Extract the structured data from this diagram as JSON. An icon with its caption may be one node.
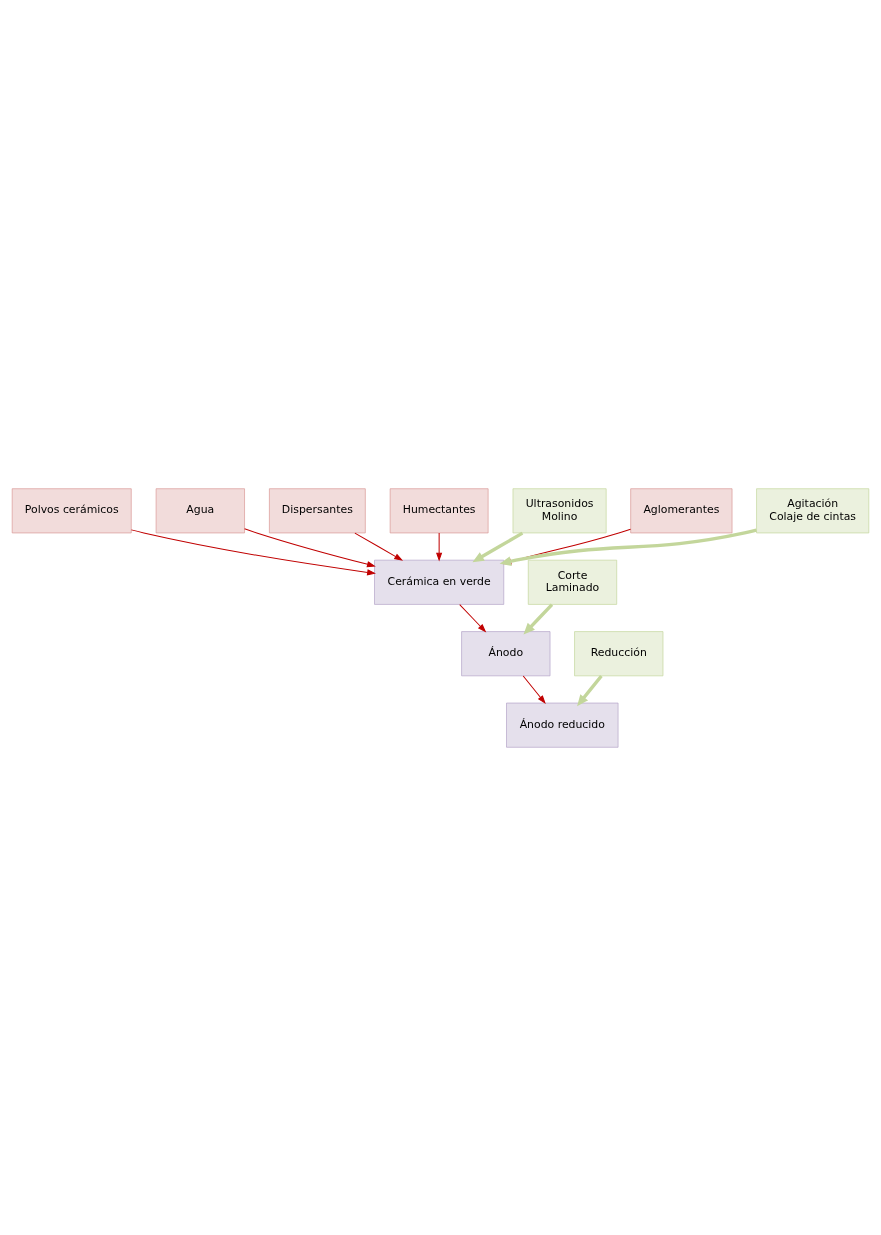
{
  "diagram": {
    "nodes": [
      {
        "text": [
          "Polvos cerámicos"
        ]
      },
      {
        "text": [
          "Agua"
        ]
      },
      {
        "text": [
          "Dispersantes"
        ]
      },
      {
        "text": [
          "Humectantes"
        ]
      },
      {
        "text": [
          "Ultrasonidos",
          "Molino"
        ]
      },
      {
        "text": [
          "Aglomerantes"
        ]
      },
      {
        "text": [
          "Agitación",
          "Colaje de cintas"
        ]
      },
      {
        "text": [
          "Cerámica en verde"
        ]
      },
      {
        "text": [
          "Corte",
          "Laminado"
        ]
      },
      {
        "text": [
          "Ánodo"
        ]
      },
      {
        "text": [
          "Reducción"
        ]
      },
      {
        "text": [
          "Ánodo reducido"
        ]
      }
    ],
    "edges": [
      {
        "from": 0,
        "to": 7,
        "arrow": "to"
      },
      {
        "from": 1,
        "to": 7,
        "arrow": "to"
      },
      {
        "from": 2,
        "to": 7,
        "arrow": "to"
      },
      {
        "from": 3,
        "to": 7,
        "arrow": "to"
      },
      {
        "from": 4,
        "to": 7,
        "arrow": "to",
        "style": "thick",
        "color": "#c3d69b"
      },
      {
        "from": 5,
        "to": 7,
        "arrow": "to"
      },
      {
        "from": 6,
        "to": 7,
        "arrow": "to",
        "style": "thick",
        "color": "#c3d69b"
      },
      {
        "from": 7,
        "to": 9,
        "arrow": "to"
      },
      {
        "from": 8,
        "to": 9,
        "arrow": "to",
        "style": "thick",
        "color": "#c3d69b"
      },
      {
        "from": 9,
        "to": 11,
        "arrow": "to"
      },
      {
        "from": 10,
        "to": 11,
        "arrow": "to",
        "style": "thick",
        "color": "#c3d69b"
      }
    ]
  }
}
